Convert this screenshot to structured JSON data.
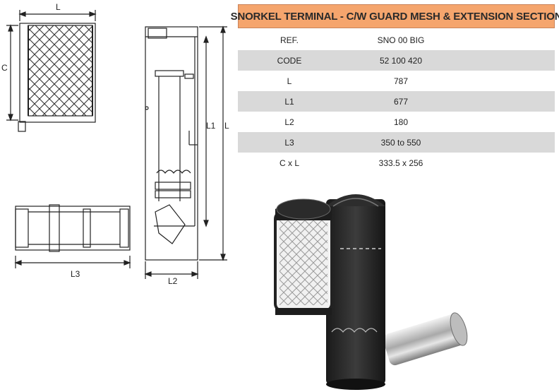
{
  "title": "SNORKEL TERMINAL - C/W GUARD MESH & EXTENSION SECTION",
  "rows": [
    {
      "label": "REF.",
      "value": "SNO 00 BIG"
    },
    {
      "label": "CODE",
      "value": "52 100 420"
    },
    {
      "label": "L",
      "value": "787"
    },
    {
      "label": "L1",
      "value": "677"
    },
    {
      "label": "L2",
      "value": "180"
    },
    {
      "label": "L3",
      "value": "350 to 550"
    },
    {
      "label": "C x L",
      "value": "333.5 x 256"
    }
  ],
  "drawing_labels": {
    "front_width": "L",
    "front_height": "C",
    "side_l1": "L1",
    "side_l": "L",
    "side_l2": "L2",
    "extension_l3": "L3"
  }
}
